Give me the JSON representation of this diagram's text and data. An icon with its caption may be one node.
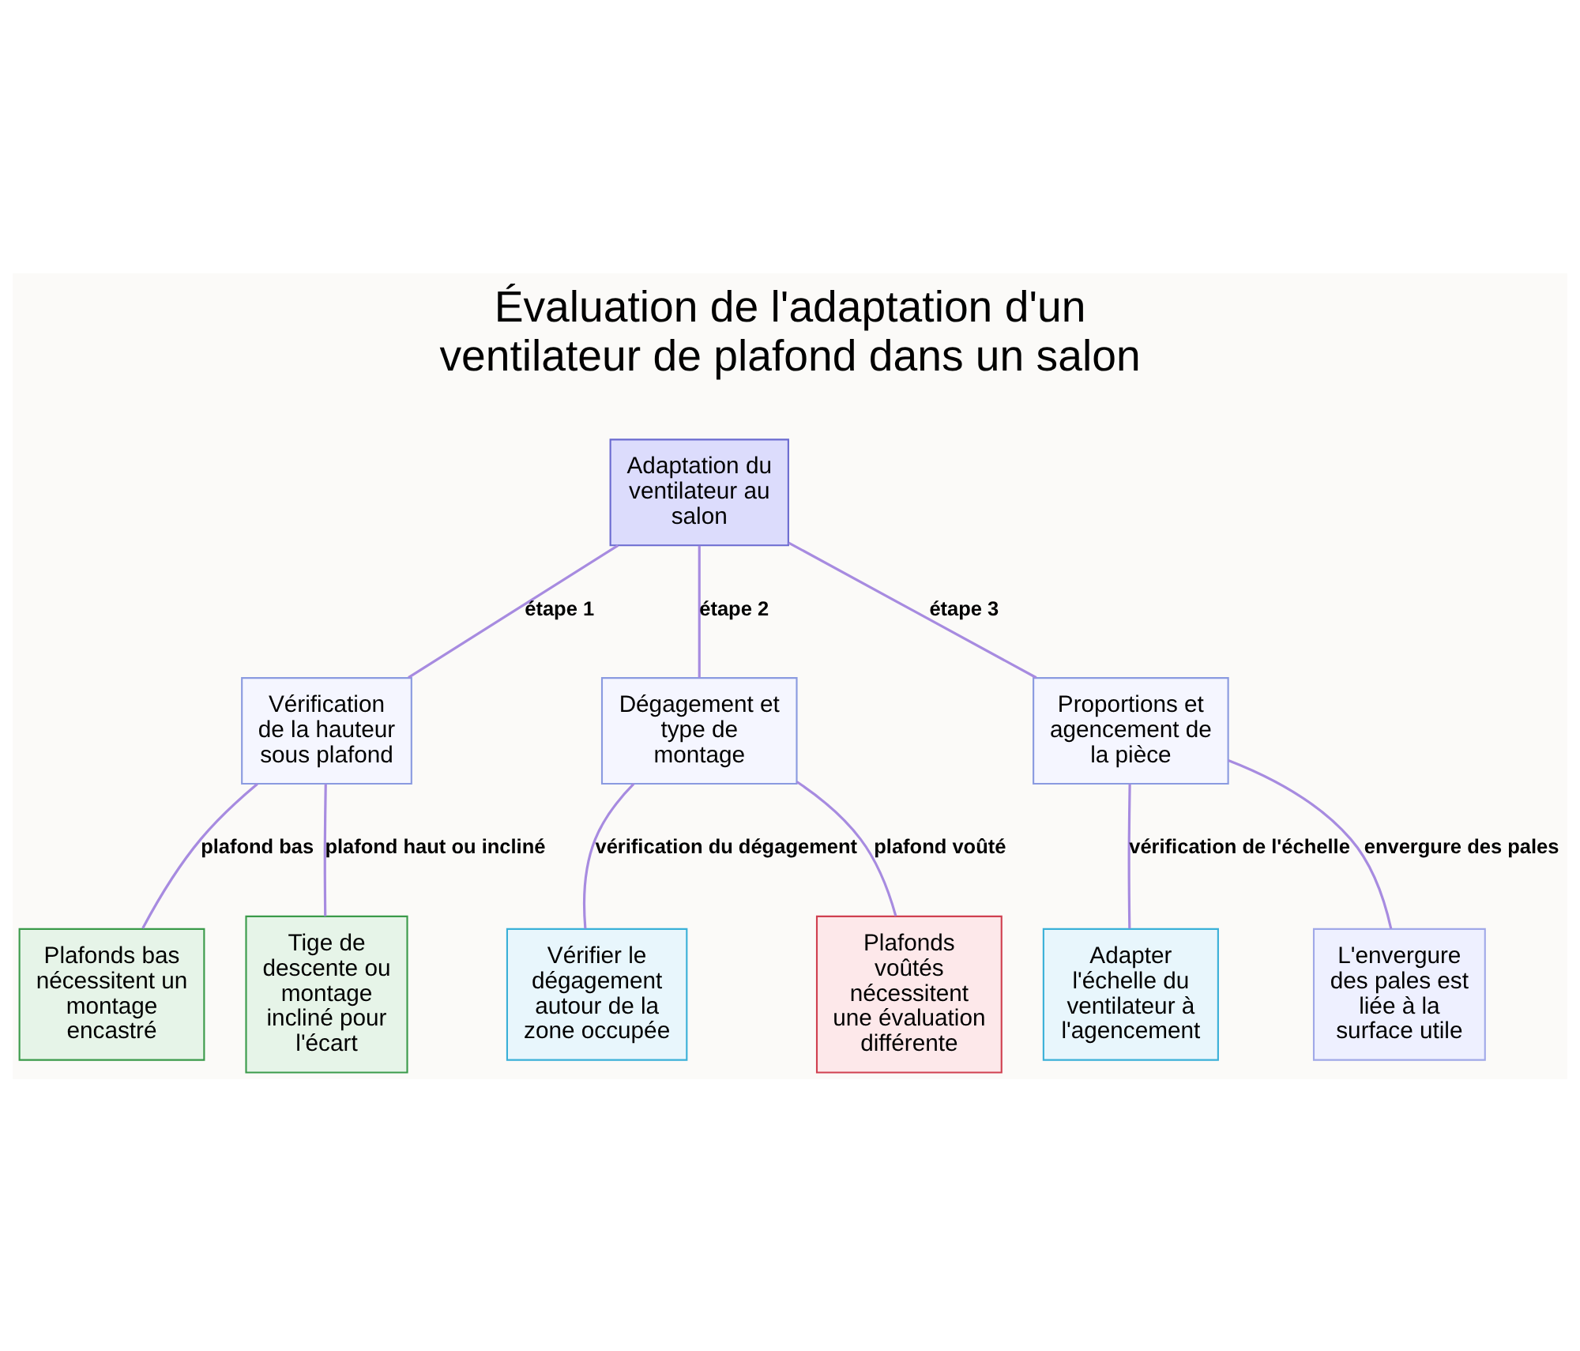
{
  "diagram": {
    "title": "Évaluation de l'adaptation d'un ventilateur de plafond dans un salon",
    "nodes": [
      {
        "text": [
          "Adaptation du ventilateur au salon"
        ]
      },
      {
        "text": [
          "Vérification de la hauteur sous plafond"
        ]
      },
      {
        "text": [
          "Dégagement et type de montage"
        ]
      },
      {
        "text": [
          "Proportions et agencement de la pièce"
        ]
      },
      {
        "text": [
          "Plafonds bas nécessitent un montage encastré"
        ]
      },
      {
        "text": [
          "Tige de descente ou montage incliné pour l'écart"
        ]
      },
      {
        "text": [
          "Vérifier le dégagement autour de la zone occupée"
        ]
      },
      {
        "text": [
          "Plafonds voûtés nécessitent une évaluation différente"
        ]
      },
      {
        "text": [
          "Adapter l'échelle du ventilateur à l'agencement"
        ]
      },
      {
        "text": [
          "L'envergure des pales est liée à la surface utile"
        ]
      }
    ],
    "edges": [
      {
        "from": 0,
        "to": 1,
        "arrow": "none",
        "label": "étape 1"
      },
      {
        "from": 0,
        "to": 2,
        "arrow": "none",
        "label": "étape 2"
      },
      {
        "from": 0,
        "to": 3,
        "arrow": "none",
        "label": "étape 3"
      },
      {
        "from": 1,
        "to": 4,
        "arrow": "none",
        "label": "plafond bas"
      },
      {
        "from": 1,
        "to": 5,
        "arrow": "none",
        "label": "plafond haut ou incliné"
      },
      {
        "from": 2,
        "to": 6,
        "arrow": "none",
        "label": "vérification du dégagement"
      },
      {
        "from": 2,
        "to": 7,
        "arrow": "none",
        "label": "plafond voûté"
      },
      {
        "from": 3,
        "to": 8,
        "arrow": "none",
        "label": "vérification de l'échelle"
      },
      {
        "from": 3,
        "to": 9,
        "arrow": "none",
        "label": "envergure des pales"
      }
    ]
  }
}
